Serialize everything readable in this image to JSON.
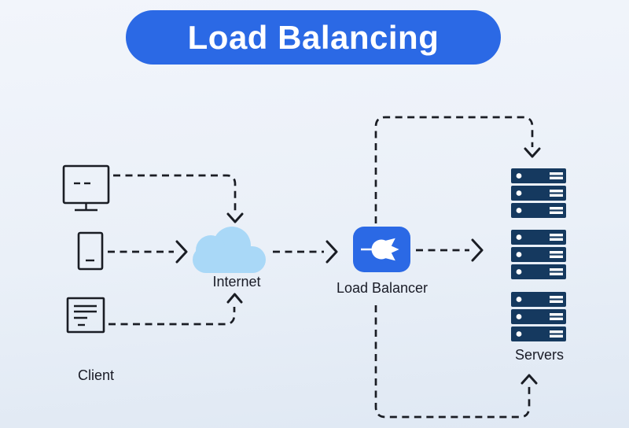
{
  "title": "Load Balancing",
  "diagram": {
    "nodes": {
      "client": {
        "label": "Client",
        "devices": [
          "desktop-monitor",
          "tablet",
          "document"
        ]
      },
      "internet": {
        "label": "Internet",
        "icon": "cloud"
      },
      "load_balancer": {
        "label": "Load Balancer",
        "icon": "distribution-hub"
      },
      "servers": {
        "label": "Servers",
        "icon": "server-rack",
        "rack_count": 3,
        "units_per_rack": 3
      }
    },
    "edges": [
      {
        "from": "client-desktop-monitor",
        "to": "internet",
        "style": "dashed-arrow",
        "route": "right-then-down"
      },
      {
        "from": "client-tablet",
        "to": "internet",
        "style": "dashed-arrow",
        "route": "direct"
      },
      {
        "from": "client-document",
        "to": "internet",
        "style": "dashed-arrow",
        "route": "right-then-up"
      },
      {
        "from": "internet",
        "to": "load_balancer",
        "style": "dashed-arrow",
        "route": "direct"
      },
      {
        "from": "load_balancer",
        "to": "servers-top-rack",
        "style": "dashed-arrow",
        "route": "over-the-top"
      },
      {
        "from": "load_balancer",
        "to": "servers-middle-rack",
        "style": "dashed-arrow",
        "route": "direct"
      },
      {
        "from": "load_balancer",
        "to": "servers-bottom-rack",
        "style": "dashed-arrow",
        "route": "under-the-bottom"
      }
    ]
  },
  "colors": {
    "accent_blue": "#2B69E5",
    "cloud_blue": "#A9D8F7",
    "server_navy": "#15395F",
    "line_dark": "#1A1D24",
    "text_dark": "#191B26",
    "title_text": "#FFFFFF",
    "background_top": "#F2F5FB",
    "background_bottom": "#DFE8F3"
  }
}
